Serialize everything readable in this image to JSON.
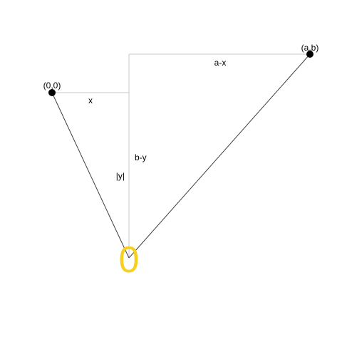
{
  "colors": {
    "guide": "#c8c8c8",
    "path": "#404040",
    "point": "#000000",
    "highlight": "#f7cf1e"
  },
  "points": {
    "origin_label": "(0,0)",
    "target_label": "(a,b)"
  },
  "segments": {
    "x": "x",
    "a_minus_x": "a-x",
    "b_minus_y": "b-y",
    "abs_y": "|y|"
  },
  "marker": {
    "glyph": "0"
  }
}
